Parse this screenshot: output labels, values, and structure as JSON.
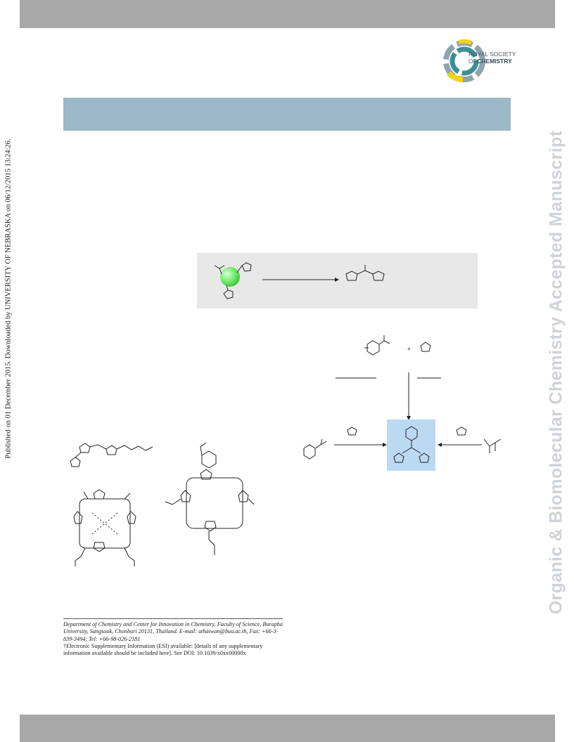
{
  "side_note": "Published on 01 December 2015. Downloaded by UNIVERSITY OF NEBRASKA on 06/12/2015 13:24:26.",
  "watermark": "Organic & Biomolecular Chemistry Accepted Manuscript",
  "logo": {
    "line1": "ROYAL SOCIETY",
    "line2": "OF",
    "line3": "CHEMISTRY",
    "colors": {
      "teal": "#3d8f96",
      "dark": "#2c4a59",
      "grey": "#8fa4ad",
      "yellow": "#f2d21b"
    }
  },
  "colors": {
    "banner": "#9db8c7",
    "abstract_box": "#e8e8e8",
    "highlight": "#bcd9f2",
    "ball": "#6fe86a"
  },
  "footnotes": {
    "affiliation": "Department of Chemistry and Center for Innovation in Chemistry, Faculty of Science, Burapha University, Sangsook, Chonburi 20131, Thailand. E-mail: uthaiwan@buu.ac.th, Fax: +66-3-839-3494; Tel: +66-98-026-2181",
    "esi": "†Electronic Supplementary Information (ESI) available: [details of any supplementary information available should be included here]. See DOI: 10.1039/x0xx00000x"
  }
}
